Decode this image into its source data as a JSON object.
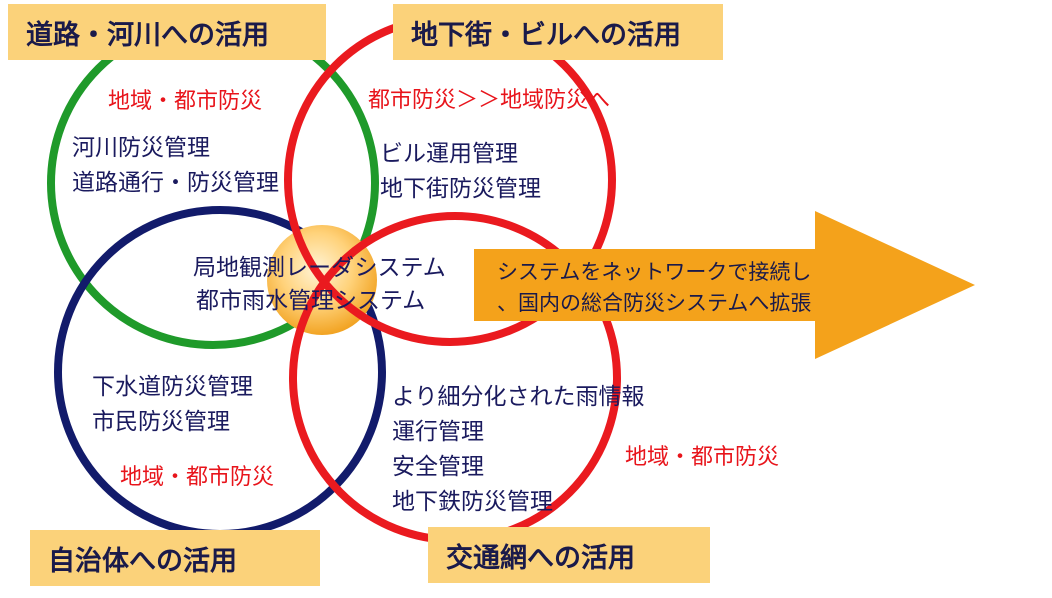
{
  "headers": {
    "top_left": "道路・河川への活用",
    "top_right": "地下街・ビルへの活用",
    "bottom_left": "自治体への活用",
    "bottom_right": "交通網への活用"
  },
  "green_circle": {
    "tag": "地域・都市防災",
    "lines": [
      "河川防災管理",
      "道路通行・防災管理"
    ]
  },
  "red_circle_top": {
    "tag": "都市防災＞＞地域防災へ",
    "lines": [
      "ビル運用管理",
      "地下街防災管理"
    ]
  },
  "blue_circle": {
    "tag": "地域・都市防災",
    "lines": [
      "下水道防災管理",
      "市民防災管理"
    ]
  },
  "red_circle_bottom": {
    "tag": "地域・都市防災",
    "lines": [
      "より細分化された雨情報",
      "運行管理",
      "安全管理",
      "地下鉄防災管理"
    ]
  },
  "center": {
    "lines": [
      "局地観測レーダシステム",
      "都市雨水管理システム"
    ]
  },
  "arrow": {
    "lines": [
      "システムをネットワークで接続し",
      "、国内の総合防災システムへ拡張"
    ]
  },
  "colors": {
    "green": "#1f9a2a",
    "red": "#ea1a1f",
    "navy": "#121b6b",
    "orange": "#f4a21b",
    "box": "#fbd27a"
  }
}
